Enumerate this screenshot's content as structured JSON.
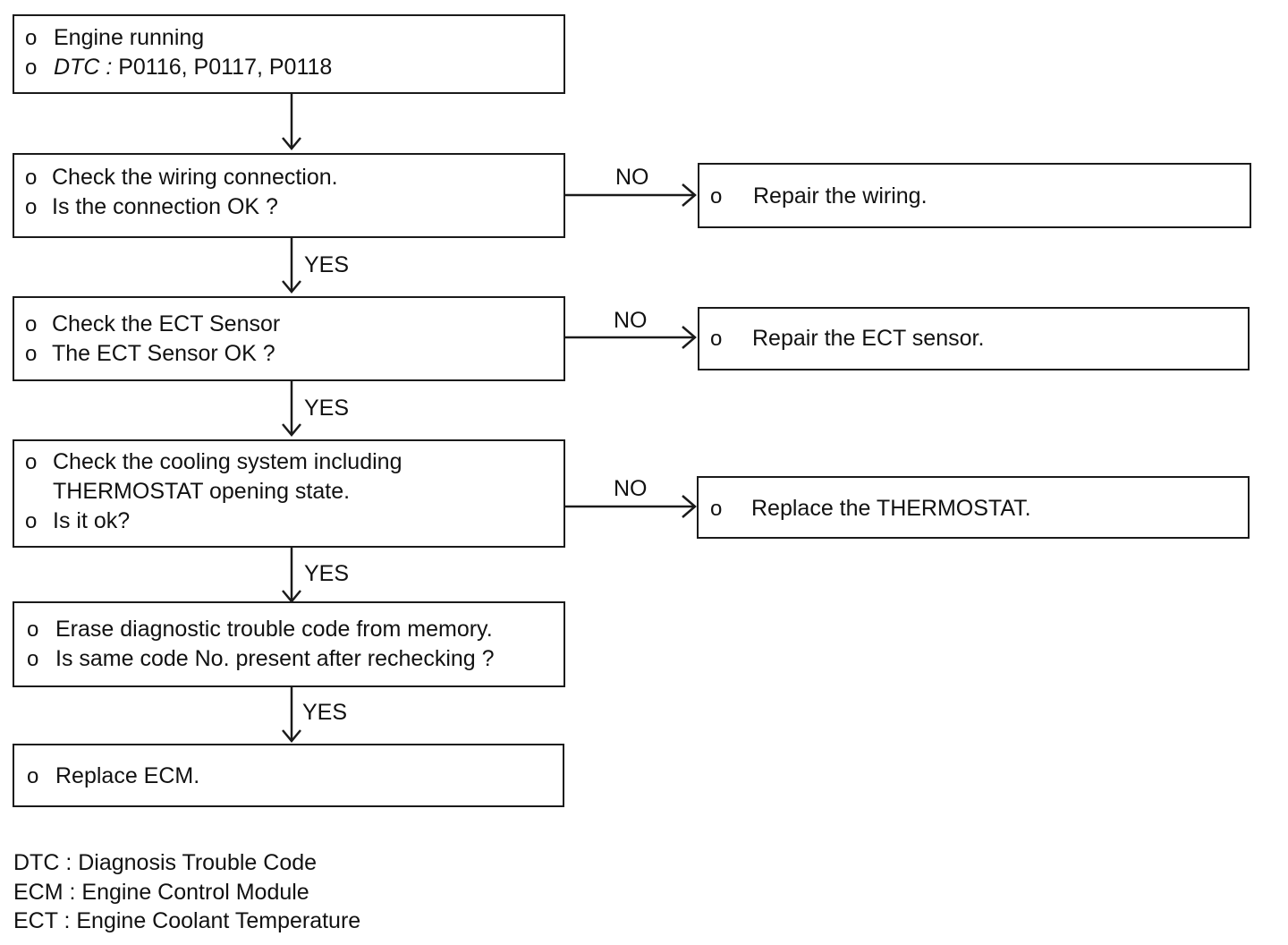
{
  "flow": {
    "start": {
      "line1": "Engine running",
      "line2_prefix": "DTC : ",
      "line2_codes": "P0116, P0117, P0118"
    },
    "step1": {
      "line1": "Check the wiring connection.",
      "line2": "Is the connection OK ?",
      "no_action": "Repair the wiring."
    },
    "step2": {
      "line1": "Check the ECT Sensor",
      "line2": "The ECT Sensor OK ?",
      "no_action": "Repair the ECT sensor."
    },
    "step3": {
      "line1": "Check the cooling system including",
      "line1b": "THERMOSTAT opening state.",
      "line2": "Is it ok?",
      "no_action": "Replace the THERMOSTAT."
    },
    "step4": {
      "line1": "Erase diagnostic trouble code from memory.",
      "line2": "Is same code No. present after rechecking ?"
    },
    "end": {
      "line1": "Replace ECM."
    },
    "bullet": "o",
    "yes_label": "YES",
    "no_label": "NO"
  },
  "legend": [
    "DTC : Diagnosis Trouble Code",
    "ECM : Engine Control Module",
    "ECT : Engine Coolant Temperature"
  ]
}
